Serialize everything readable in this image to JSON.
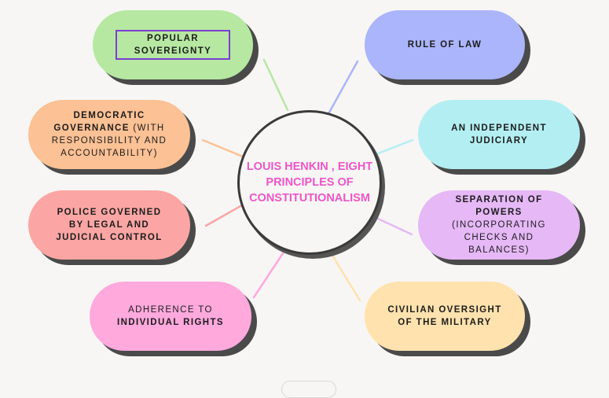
{
  "center": {
    "line1": "LOUIS HENKIN , EIGHT",
    "line2": "PRINCIPLES OF",
    "line3": "CONSTITUTIONALISM"
  },
  "nodes": {
    "popular_sovereignty": {
      "line1": "POPULAR",
      "line2": "SOVEREIGNTY",
      "color": "#b6e8a2"
    },
    "rule_of_law": {
      "line1": "RULE OF LAW",
      "color": "#aab5fb"
    },
    "democratic_governance": {
      "line1_bold": "DEMOCRATIC",
      "line2_bold": "GOVERNANCE",
      "line2_rest": " (WITH",
      "line3": "RESPONSIBILITY AND",
      "line4": "ACCOUNTABILITY)",
      "color": "#fcc194"
    },
    "independent_judiciary": {
      "line1": "AN INDEPENDENT",
      "line2": "JUDICIARY",
      "color": "#b3eff2"
    },
    "police_governed": {
      "line1": "POLICE GOVERNED",
      "line2": "BY LEGAL AND",
      "line3": "JUDICIAL CONTROL",
      "color": "#fba6a4"
    },
    "separation_of_powers": {
      "line1": "SEPARATION OF",
      "line2": "POWERS",
      "line3": "(INCORPORATING",
      "line4": "CHECKS AND",
      "line5": "BALANCES)",
      "color": "#e6b8f6"
    },
    "individual_rights": {
      "line1": "ADHERENCE TO",
      "line2": "INDIVIDUAL RIGHTS",
      "color": "#ffa9dd"
    },
    "civilian_oversight": {
      "line1": "CIVILIAN OVERSIGHT",
      "line2": "OF THE MILITARY",
      "color": "#ffe2ad"
    }
  },
  "connector_colors": {
    "popular_sovereignty": "#b6e8a2",
    "rule_of_law": "#aab5fb",
    "democratic_governance": "#fcc194",
    "independent_judiciary": "#b3eff2",
    "police_governed": "#fba6a4",
    "separation_of_powers": "#e6b8f6",
    "individual_rights": "#ffa9dd",
    "civilian_oversight": "#ffe2ad"
  }
}
